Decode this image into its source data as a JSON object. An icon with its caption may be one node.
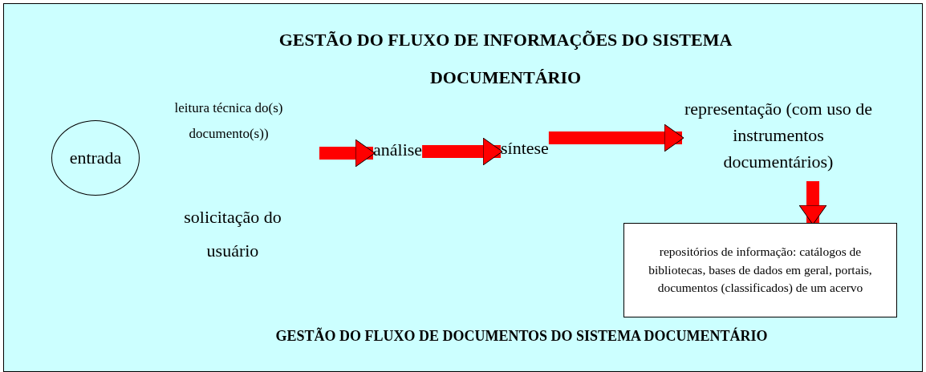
{
  "diagram": {
    "title": "GESTÃO DO FLUXO DE INFORMAÇÕES DO SISTEMA DOCUMENTÁRIO",
    "caption": "GESTÃO DO FLUXO DE DOCUMENTOS DO SISTEMA DOCUMENTÁRIO",
    "nodes": [
      {
        "text": [
          "entrada"
        ]
      },
      {
        "text": [
          "leitura técnica do(s) documento(s))"
        ]
      },
      {
        "text": [
          "solicitação do usuário"
        ]
      },
      {
        "text": [
          "análise"
        ]
      },
      {
        "text": [
          "síntese"
        ]
      },
      {
        "text": [
          "representação (com uso de instrumentos documentários)"
        ]
      },
      {
        "text": [
          "repositórios de informação: catálogos de bibliotecas, bases de dados em geral, portais, documentos (classificados) de um acervo"
        ]
      }
    ],
    "edges": [
      {
        "from": null,
        "to": 3,
        "arrow": "to"
      },
      {
        "from": 3,
        "to": 4,
        "arrow": "to"
      },
      {
        "from": 4,
        "to": 5,
        "arrow": "to"
      },
      {
        "from": 5,
        "to": 6,
        "arrow": "to"
      }
    ]
  }
}
